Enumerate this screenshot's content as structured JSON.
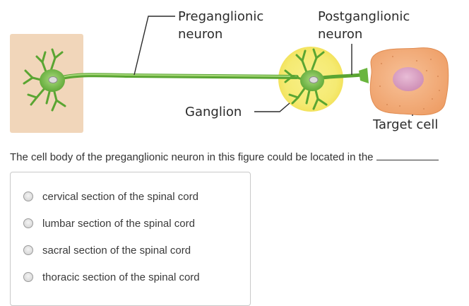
{
  "figure": {
    "labels": {
      "preganglionic_line1": "Preganglionic",
      "preganglionic_line2": "neuron",
      "postganglionic_line1": "Postganglionic",
      "postganglionic_line2": "neuron",
      "ganglion": "Ganglion",
      "target_cell": "Target cell"
    },
    "colors": {
      "cns_box": "#f1d6ba",
      "neuron_green": "#7cc04b",
      "neuron_dark": "#4e9a2c",
      "ganglion_glow": "#f7ef7a",
      "target_cell": "#f2a978",
      "nucleus": "#d9a2c2"
    }
  },
  "question": {
    "text": "The cell body of the preganglionic neuron in this figure could be located in the"
  },
  "choices": [
    {
      "label": "cervical section of the spinal cord"
    },
    {
      "label": "lumbar section of the spinal cord"
    },
    {
      "label": "sacral section of the spinal cord"
    },
    {
      "label": "thoracic section of the spinal cord"
    }
  ]
}
